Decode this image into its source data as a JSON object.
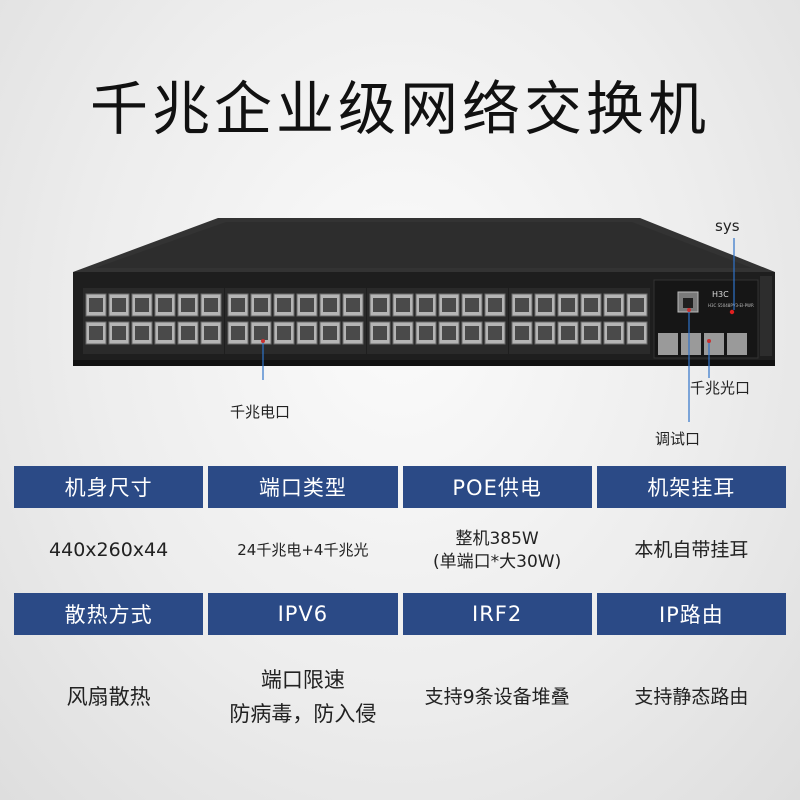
{
  "title": "千兆企业级网络交换机",
  "callouts": {
    "sys": "sys",
    "electric_port": "千兆电口",
    "optical_port": "千兆光口",
    "debug_port": "调试口"
  },
  "device": {
    "logo": "H3C",
    "model_text": "H3C S5048PV3-EI-PWR"
  },
  "specs": {
    "row1": [
      {
        "header": "机身尺寸",
        "value": "440x260x44"
      },
      {
        "header": "端口类型",
        "value": "24千兆电+4千兆光"
      },
      {
        "header": "POE供电",
        "value": "整机385W\n(单端口*大30W)"
      },
      {
        "header": "机架挂耳",
        "value": "本机自带挂耳"
      }
    ],
    "row2": [
      {
        "header": "散热方式",
        "value": "风扇散热"
      },
      {
        "header": "IPV6",
        "value": "端口限速\n防病毒，防入侵"
      },
      {
        "header": "IRF2",
        "value": "支持9条设备堆叠"
      },
      {
        "header": "IP路由",
        "value": "支持静态路由"
      }
    ]
  }
}
